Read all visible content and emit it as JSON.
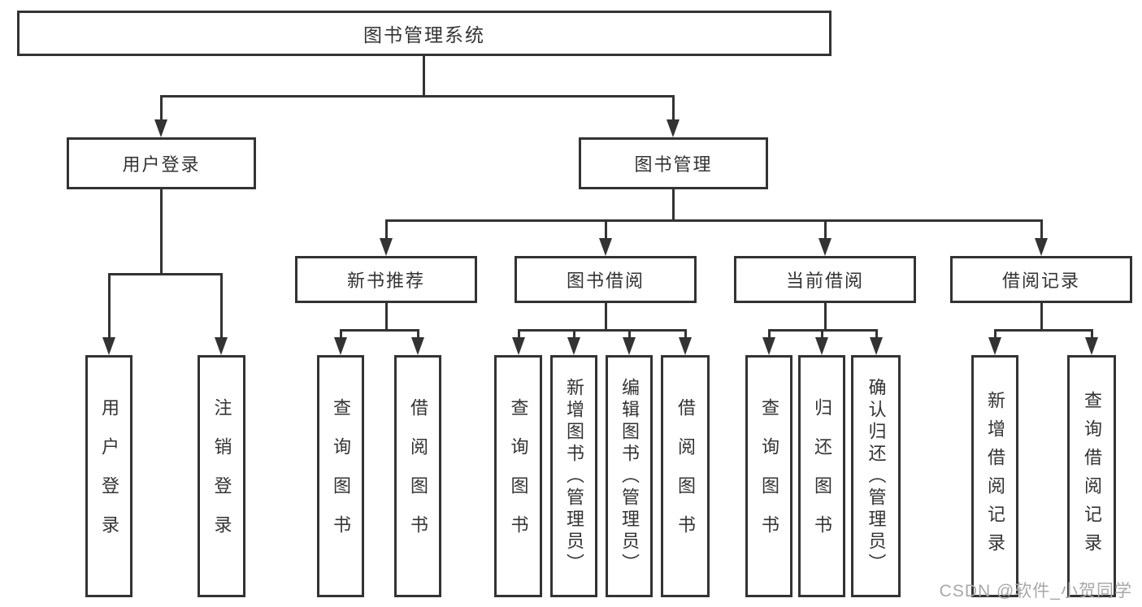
{
  "diagram": {
    "title": "图书管理系统",
    "root": {
      "label": "图书管理系统"
    },
    "level2": [
      {
        "label": "用户登录"
      },
      {
        "label": "图书管理"
      }
    ],
    "level3": [
      {
        "label": "新书推荐"
      },
      {
        "label": "图书借阅"
      },
      {
        "label": "当前借阅"
      },
      {
        "label": "借阅记录"
      }
    ],
    "leaves": {
      "user_login": [
        "用户登录",
        "注销登录"
      ],
      "new_book": [
        "查询图书",
        "借阅图书"
      ],
      "book_borrow": [
        "查询图书",
        "新增图书（管理员）",
        "编辑图书（管理员）",
        "借阅图书"
      ],
      "current_borrow": [
        "查询图书",
        "归还图书",
        "确认归还（管理员）"
      ],
      "borrow_records": [
        "新增借阅记录",
        "查询借阅记录"
      ]
    }
  },
  "watermark": "CSDN @软件_小贺同学",
  "colors": {
    "line": "#333333",
    "text": "#333333",
    "watermark": "#a8a8a8",
    "background": "#ffffff"
  }
}
